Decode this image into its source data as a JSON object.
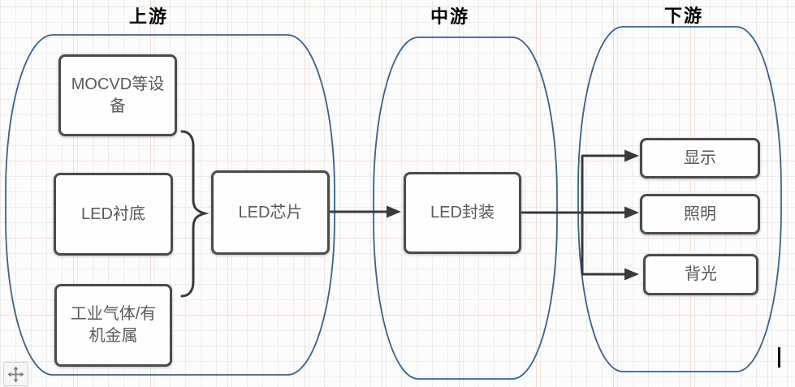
{
  "section_labels": {
    "upstream": "上游",
    "midstream": "中游",
    "downstream": "下游"
  },
  "nodes": {
    "mocvd": "MOCVD等设\n备",
    "substrate": "LED衬底",
    "industrial_gas": "工业气体/有\n机金属",
    "chip": "LED芯片",
    "package": "LED封装",
    "display": "显示",
    "lighting": "照明",
    "backlight": "背光"
  },
  "colors": {
    "container_stroke": "#35628f",
    "connector": "#3a3a3a",
    "node_border": "#4b4b4b",
    "node_text": "#595959",
    "section_label_text": "#000000",
    "grid_line": "#ececec"
  },
  "icons": {
    "pan_tool": "move-icon",
    "caret": "text-cursor"
  }
}
